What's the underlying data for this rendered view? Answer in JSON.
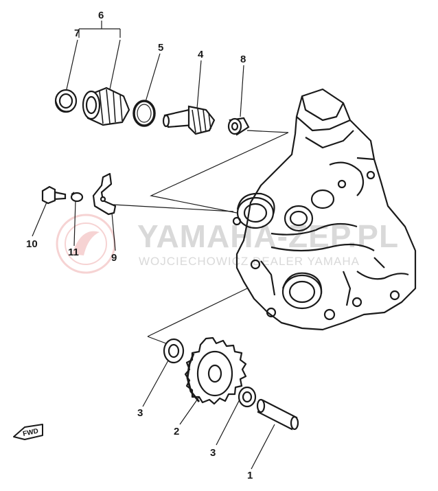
{
  "watermark": {
    "title": "YAMAHA-ZEP.PL",
    "subtitle": "WOJCIECHOWICZ DEALER YAMAHA"
  },
  "direction_marker": {
    "label": "FWD",
    "icon": "fwd-arrow-icon"
  },
  "part_labels": {
    "p1": "1",
    "p2": "2",
    "p3a": "3",
    "p3b": "3",
    "p4": "4",
    "p5": "5",
    "p6": "6",
    "p7": "7",
    "p8": "8",
    "p9": "9",
    "p10": "10",
    "p11": "11"
  },
  "colors": {
    "ink": "#1a1a1a",
    "watermark": "#e8a0a0"
  }
}
